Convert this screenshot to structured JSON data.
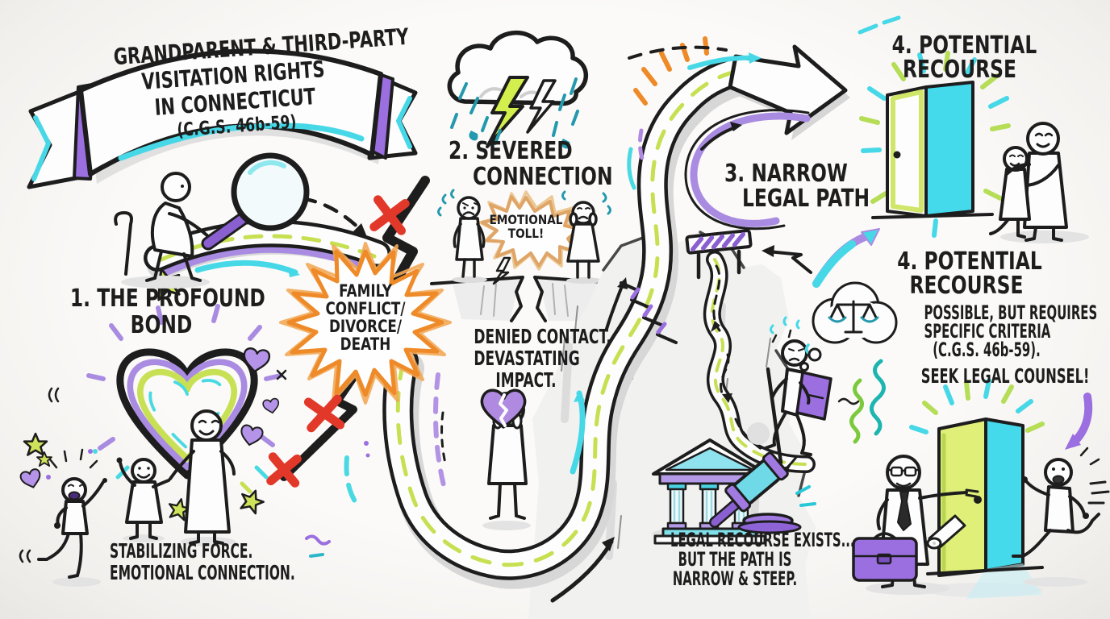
{
  "palette": {
    "ink": "#1d1d1d",
    "purple": "#a98ce2",
    "deep_purple": "#9b6fe0",
    "lime": "#c6e052",
    "cyan": "#47d8e8",
    "teal": "#1fa9b8",
    "orange": "#ee8a28",
    "tan": "#dfa567",
    "red": "#e2382a",
    "paper": "#f7f6f3"
  },
  "banner": {
    "lines": [
      "GRANDPARENT & THIRD-PARTY",
      "VISITATION RIGHTS",
      "IN CONNECTICUT",
      "(C.G.S. 46b-59)"
    ]
  },
  "sections": {
    "bond": {
      "title_lines": [
        "1. THE PROFOUND",
        "BOND"
      ],
      "caption_lines": [
        "STABILIZING FORCE.",
        "EMOTIONAL CONNECTION."
      ]
    },
    "conflict": {
      "burst_lines": [
        "FAMILY",
        "CONFLICT/",
        "DIVORCE/",
        "DEATH"
      ]
    },
    "severed": {
      "title_lines": [
        "2. SEVERED",
        "CONNECTION"
      ],
      "bubble_lines": [
        "EMOTIONAL",
        "TOLL!"
      ],
      "caption_lines": [
        "DENIED CONTACT.",
        "DEVASTATING",
        "IMPACT."
      ]
    },
    "narrow": {
      "title_lines": [
        "3. NARROW",
        "LEGAL PATH"
      ],
      "caption_lines": [
        "LEGAL RECOURSE EXISTS...",
        "BUT THE PATH IS",
        "NARROW & STEEP."
      ]
    },
    "recourse_top": {
      "title_lines": [
        "4. POTENTIAL",
        "RECOURSE"
      ]
    },
    "recourse": {
      "title_lines": [
        "4. POTENTIAL",
        "RECOURSE"
      ],
      "body_lines": [
        "POSSIBLE, BUT REQUIRES",
        "SPECIFIC CRITERIA",
        "(C.G.S. 46b-59)."
      ],
      "cta": "SEEK LEGAL COUNSEL!"
    }
  },
  "icons": [
    "ribbon-banner",
    "magnifying-glass",
    "cane",
    "heart",
    "storm-cloud",
    "lightning-bolt",
    "rain",
    "speech-starburst",
    "conflict-starburst",
    "red-x",
    "broken-heart",
    "cliff-gap",
    "winding-road",
    "barrier",
    "hiker-backpack",
    "thought-bubble",
    "scales-of-justice",
    "courthouse",
    "gavel",
    "open-door",
    "hugging-figures",
    "lawyer",
    "briefcase",
    "scroll",
    "running-child",
    "curved-arrow",
    "squiggle",
    "stars",
    "sparkles"
  ]
}
